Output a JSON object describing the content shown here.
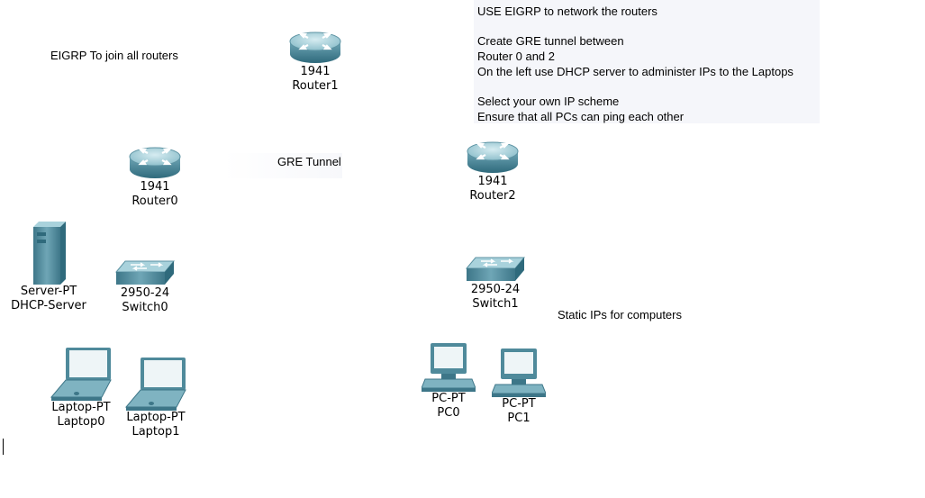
{
  "notes": {
    "eigrp_join": "EIGRP To join all routers",
    "gre_tunnel": "GRE Tunnel",
    "static_ips": "Static IPs for computers",
    "instructions": [
      "USE EIGRP to network the routers",
      "Create GRE tunnel between",
      "Router 0 and 2",
      "On the left use DHCP server to administer IPs to the Laptops",
      "Select your own IP scheme",
      "Ensure that all PCs can ping each other"
    ]
  },
  "devices": {
    "router1": {
      "model": "1941",
      "name": "Router1",
      "icon": "router-icon"
    },
    "router0": {
      "model": "1941",
      "name": "Router0",
      "icon": "router-icon"
    },
    "router2": {
      "model": "1941",
      "name": "Router2",
      "icon": "router-icon"
    },
    "server": {
      "model": "Server-PT",
      "name": "DHCP-Server",
      "icon": "server-icon"
    },
    "switch0": {
      "model": "2950-24",
      "name": "Switch0",
      "icon": "switch-icon"
    },
    "switch1": {
      "model": "2950-24",
      "name": "Switch1",
      "icon": "switch-icon"
    },
    "laptop0": {
      "model": "Laptop-PT",
      "name": "Laptop0",
      "icon": "laptop-icon"
    },
    "laptop1": {
      "model": "Laptop-PT",
      "name": "Laptop1",
      "icon": "laptop-icon"
    },
    "pc0": {
      "model": "PC-PT",
      "name": "PC0",
      "icon": "pc-icon"
    },
    "pc1": {
      "model": "PC-PT",
      "name": "PC1",
      "icon": "pc-icon"
    }
  },
  "colors": {
    "device_teal": "#4f8a9b",
    "device_light": "#8fc0cc",
    "note_bg": "#f5f6fa"
  }
}
